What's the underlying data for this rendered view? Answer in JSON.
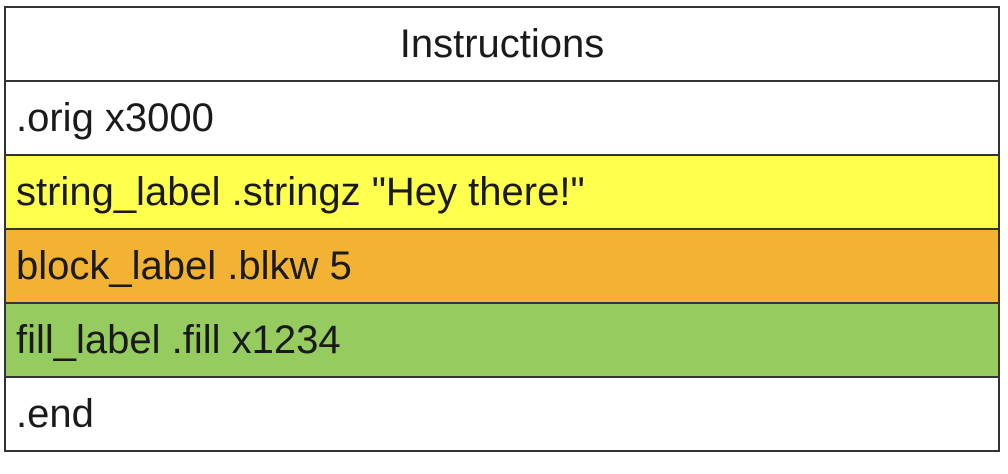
{
  "table": {
    "header": "Instructions",
    "rows": [
      {
        "text": ".orig x3000",
        "color": "#ffffff"
      },
      {
        "text": "string_label .stringz \"Hey there!\"",
        "color": "#ffff4d"
      },
      {
        "text": "block_label .blkw 5",
        "color": "#f2b233"
      },
      {
        "text": "fill_label .fill x1234",
        "color": "#96cc5f"
      },
      {
        "text": ".end",
        "color": "#ffffff"
      }
    ]
  }
}
